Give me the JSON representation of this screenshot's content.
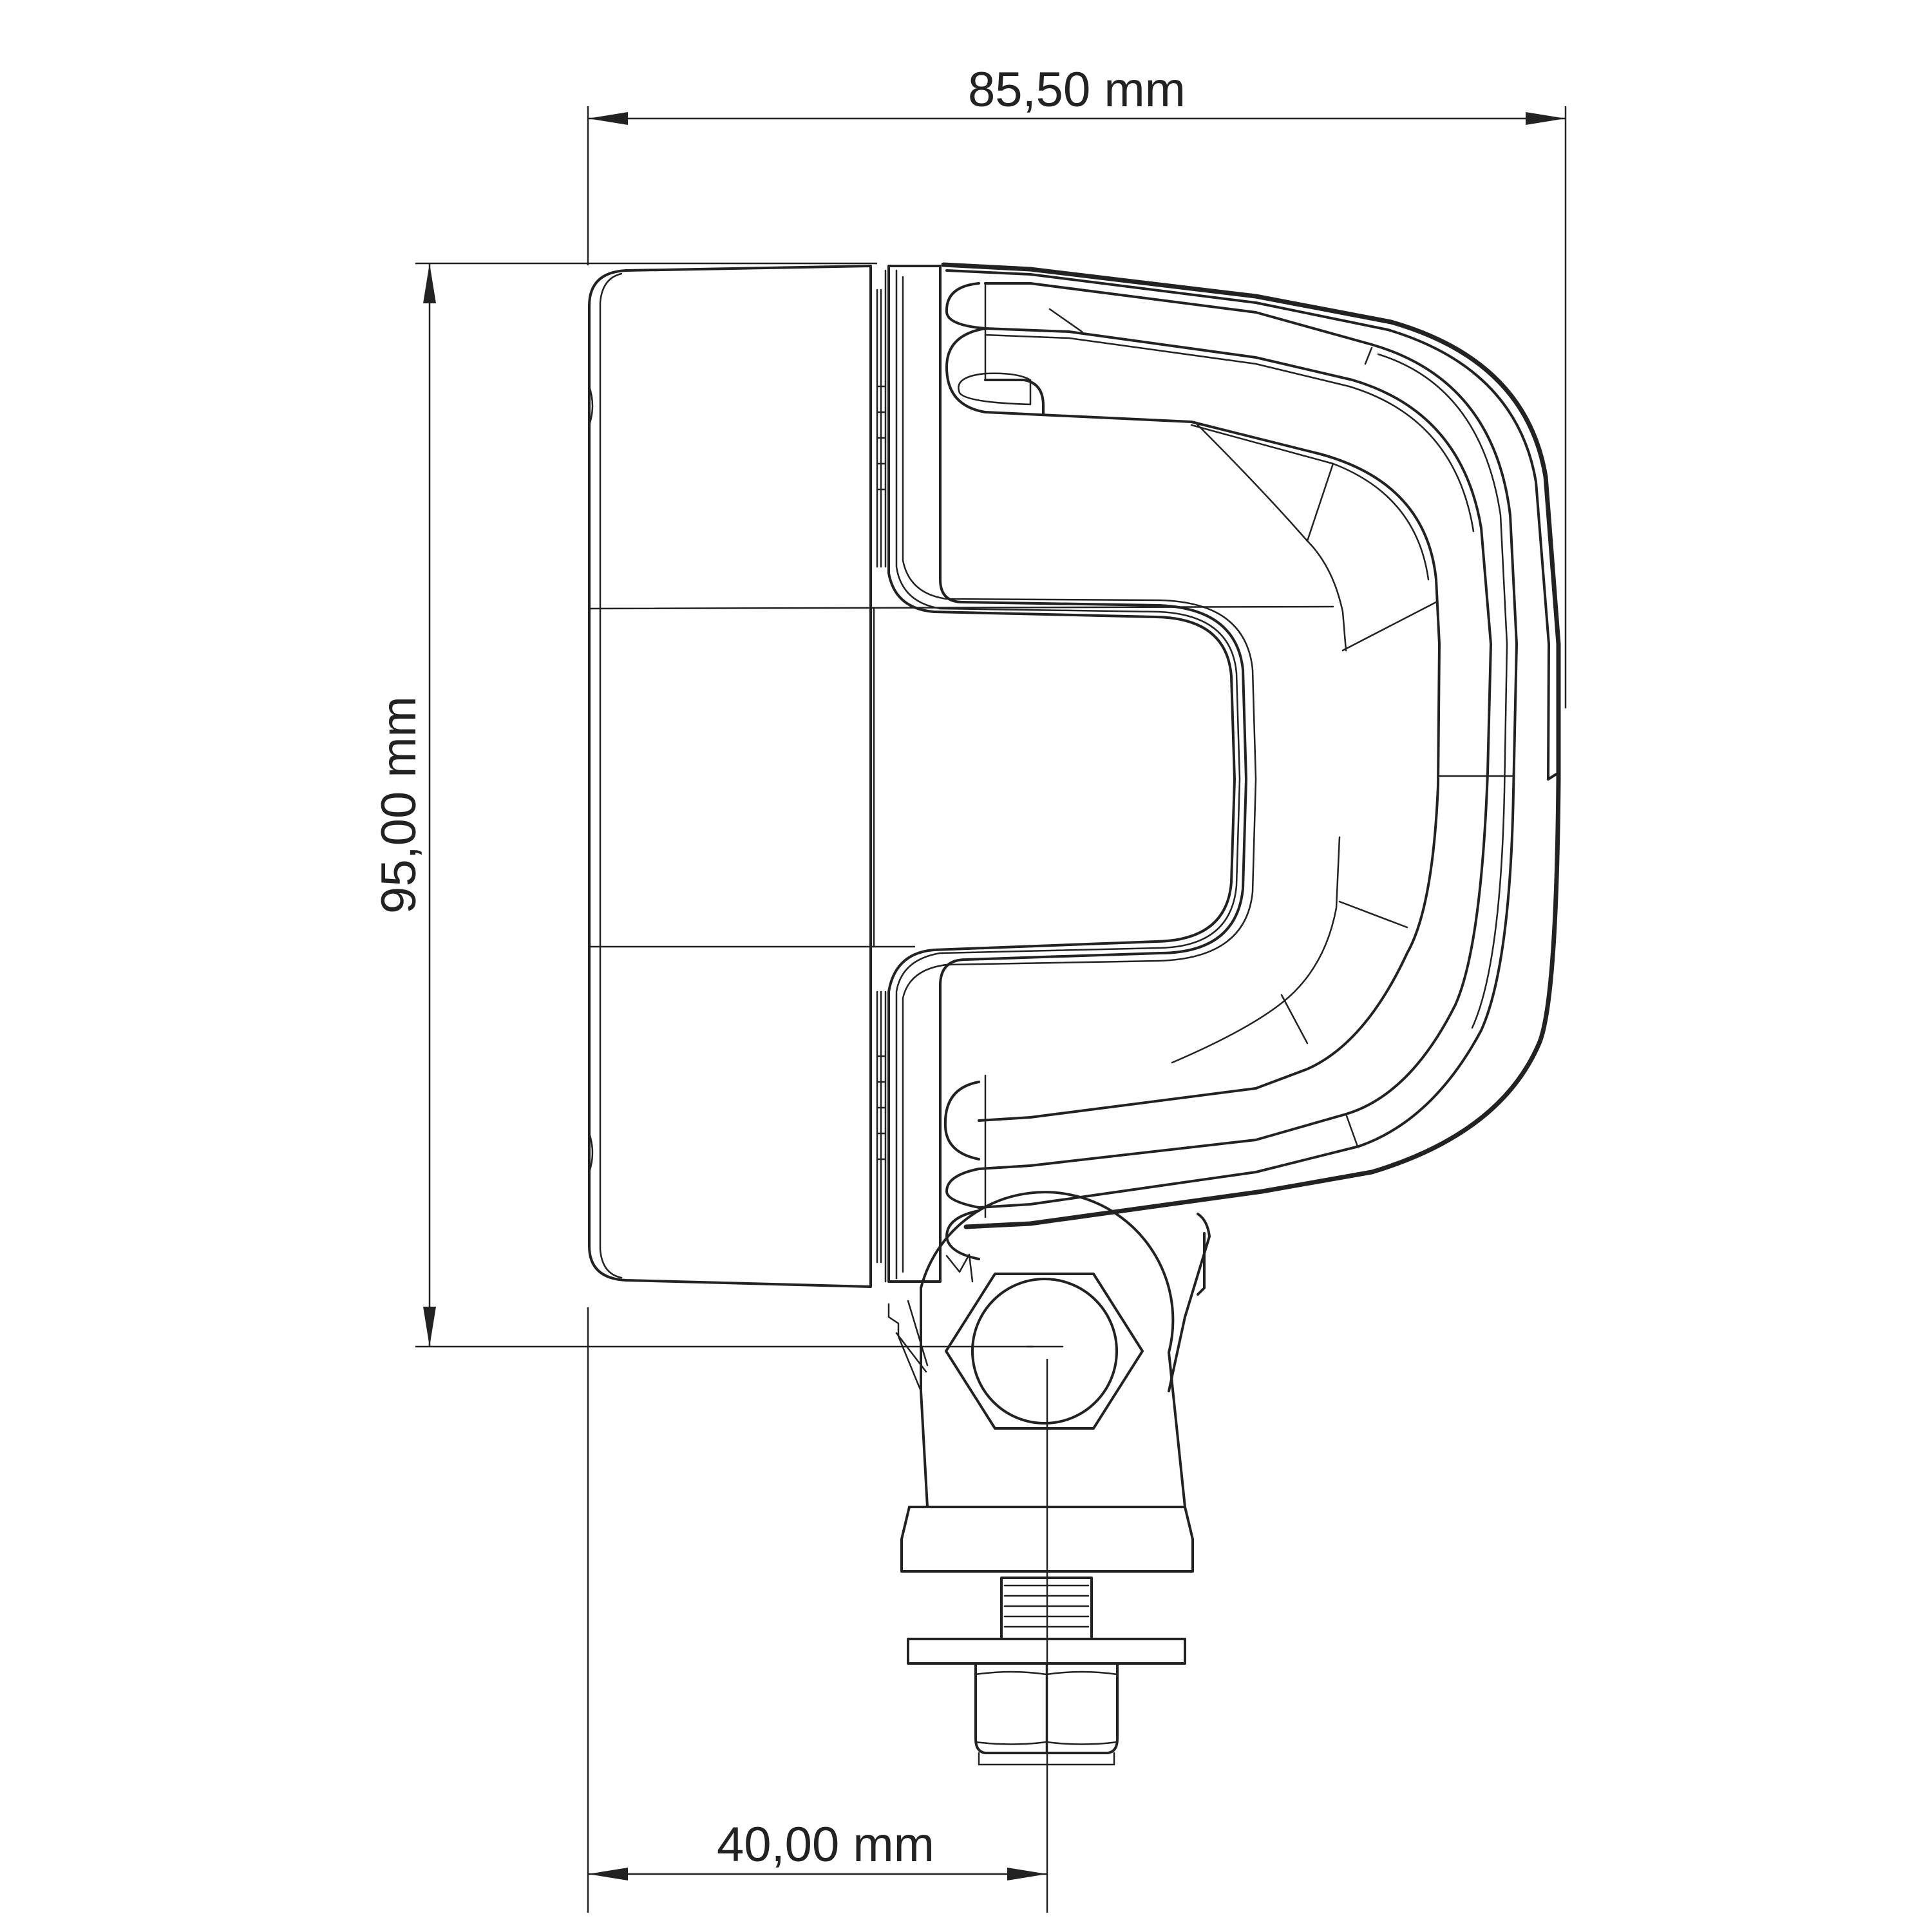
{
  "dimensions": {
    "width": "85,50 mm",
    "height": "95,00 mm",
    "mount_offset": "40,00 mm"
  },
  "colors": {
    "line": "#222222",
    "background": "#ffffff"
  }
}
